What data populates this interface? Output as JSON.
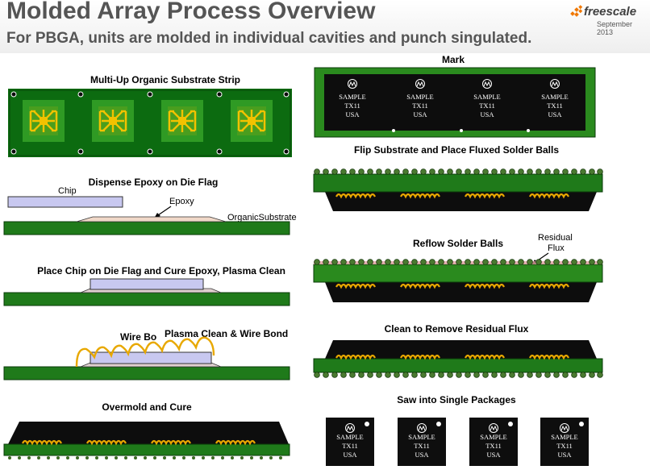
{
  "header": {
    "title": "Molded Array Process Overview",
    "subtitle": "For PBGA, units are molded in individual cavities and punch singulated.",
    "logo": "freescale",
    "logo_date": "September 2013"
  },
  "steps": {
    "substrate_strip": "Multi-Up Organic Substrate Strip",
    "dispense_epoxy": "Dispense Epoxy on Die Flag",
    "chip_label": "Chip",
    "epoxy_label": "Epoxy",
    "substrate_label": "OrganicSubstrate",
    "place_chip": "Place Chip on Die Flag and Cure Epoxy, Plasma Clean",
    "wire_bond_partial": "Wire Bo",
    "plasma_wire_bond": "Plasma Clean & Wire Bond",
    "overmold": "Overmold and Cure",
    "mark": "Mark",
    "flip_substrate": "Flip Substrate and Place Fluxed Solder Balls",
    "reflow": "Reflow Solder Balls",
    "residual_flux_1": "Residual",
    "residual_flux_2": "Flux",
    "clean": "Clean to Remove Residual Flux",
    "saw": "Saw into Single Packages"
  },
  "marking": {
    "line1": "SAMPLE",
    "line2": "TX11",
    "line3": "USA"
  },
  "colors": {
    "substrate_green": "#2f8a1e",
    "pad_yellow": "#f2c200",
    "mold_black": "#101010",
    "chip_lavender": "#c8c8f0",
    "title_gray": "#555555",
    "logo_orange": "#f07800"
  }
}
